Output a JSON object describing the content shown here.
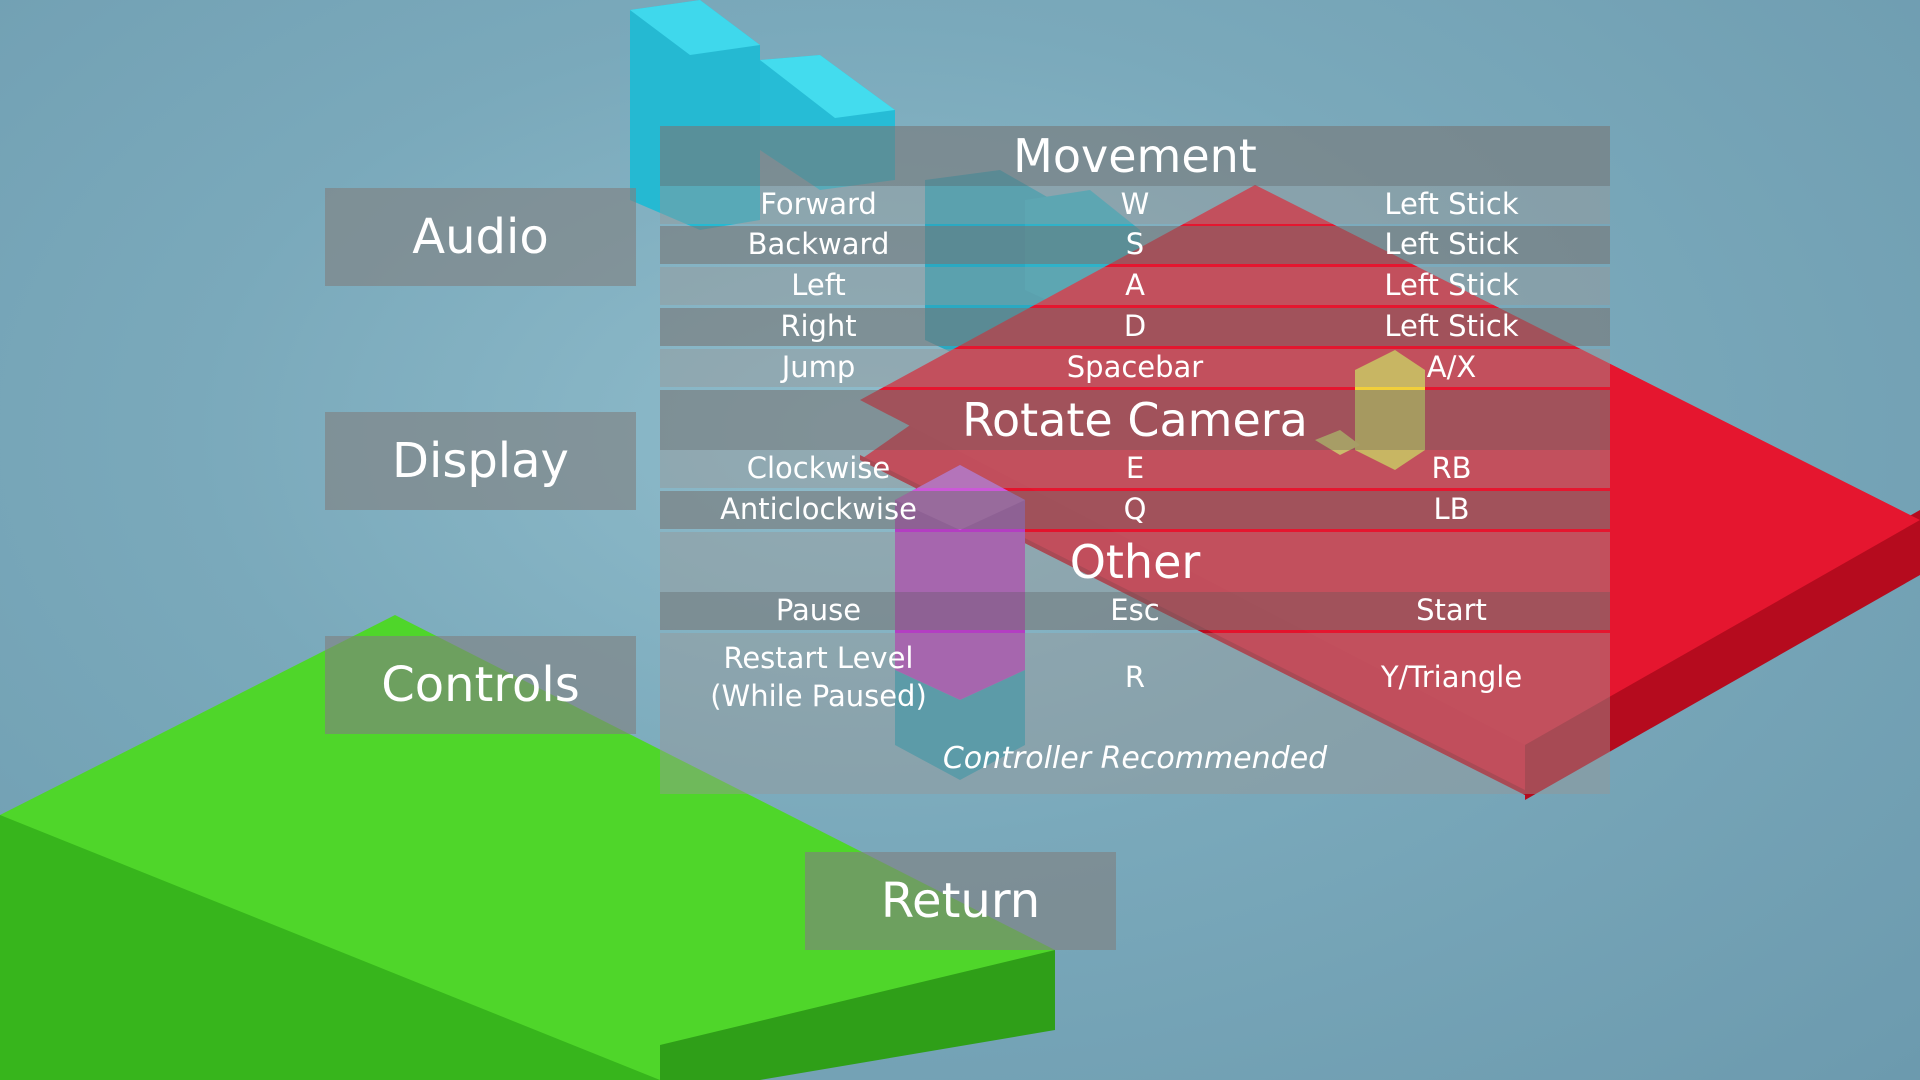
{
  "menu": {
    "audio_label": "Audio",
    "display_label": "Display",
    "controls_label": "Controls",
    "return_label": "Return"
  },
  "controls": {
    "sections": [
      {
        "title": "Movement",
        "rows": [
          {
            "action": "Forward",
            "keyboard": "W",
            "controller": "Left Stick"
          },
          {
            "action": "Backward",
            "keyboard": "S",
            "controller": "Left Stick"
          },
          {
            "action": "Left",
            "keyboard": "A",
            "controller": "Left Stick"
          },
          {
            "action": "Right",
            "keyboard": "D",
            "controller": "Left Stick"
          },
          {
            "action": "Jump",
            "keyboard": "Spacebar",
            "controller": "A/X"
          }
        ]
      },
      {
        "title": "Rotate Camera",
        "rows": [
          {
            "action": "Clockwise",
            "keyboard": "E",
            "controller": "RB"
          },
          {
            "action": "Anticlockwise",
            "keyboard": "Q",
            "controller": "LB"
          }
        ]
      },
      {
        "title": "Other",
        "rows": [
          {
            "action": "Pause",
            "keyboard": "Esc",
            "controller": "Start"
          },
          {
            "action": "Restart Level\n(While Paused)",
            "keyboard": "R",
            "controller": "Y/Triangle"
          }
        ]
      }
    ],
    "footer_note": "Controller Recommended"
  },
  "colors": {
    "background": "#7aa9bb",
    "green_block": "#4fd62a",
    "red_block": "#e0102a",
    "cyan_block": "#2ec9e0",
    "purple_block": "#b23cc0",
    "yellow_block": "#f2d23a",
    "panel_gray": "#808080"
  }
}
